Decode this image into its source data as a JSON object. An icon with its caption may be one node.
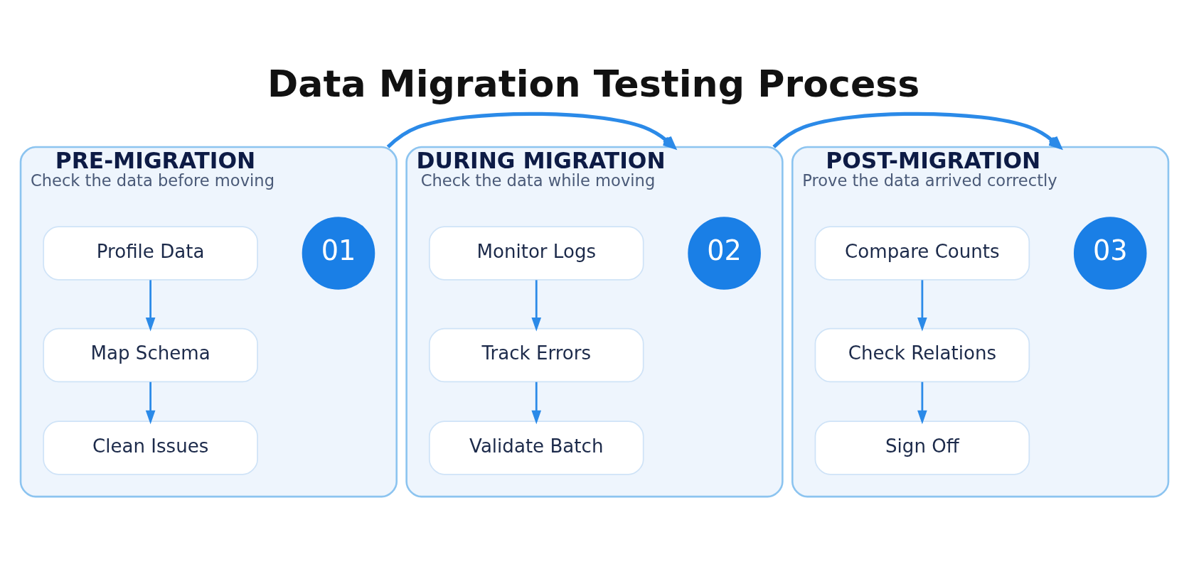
{
  "diagram": {
    "title": "Data Migration Testing Process",
    "nodes": [
      {
        "text": [
          "PRE-MIGRATION",
          "Check the data before moving"
        ]
      },
      {
        "text": [
          "01"
        ],
        "in": 0
      },
      {
        "text": [
          "Profile Data"
        ],
        "in": 0
      },
      {
        "text": [
          "Map Schema"
        ],
        "in": 0
      },
      {
        "text": [
          "Clean Issues"
        ],
        "in": 0
      },
      {
        "text": [
          "DURING MIGRATION",
          "Check the data while moving"
        ]
      },
      {
        "text": [
          "02"
        ],
        "in": 5
      },
      {
        "text": [
          "Monitor Logs"
        ],
        "in": 5
      },
      {
        "text": [
          "Track Errors"
        ],
        "in": 5
      },
      {
        "text": [
          "Validate Batch"
        ],
        "in": 5
      },
      {
        "text": [
          "POST-MIGRATION",
          "Prove the data arrived correctly"
        ]
      },
      {
        "text": [
          "03"
        ],
        "in": 10
      },
      {
        "text": [
          "Compare Counts"
        ],
        "in": 10
      },
      {
        "text": [
          "Check Relations"
        ],
        "in": 10
      },
      {
        "text": [
          "Sign Off"
        ],
        "in": 10
      }
    ],
    "edges": [
      {
        "from": 2,
        "to": 3,
        "arrow": "to"
      },
      {
        "from": 3,
        "to": 4,
        "arrow": "to"
      },
      {
        "from": 0,
        "to": 5,
        "arrow": "to"
      },
      {
        "from": 7,
        "to": 8,
        "arrow": "to"
      },
      {
        "from": 8,
        "to": 9,
        "arrow": "to"
      },
      {
        "from": 5,
        "to": 10,
        "arrow": "to"
      },
      {
        "from": 12,
        "to": 13,
        "arrow": "to"
      },
      {
        "from": 13,
        "to": 14,
        "arrow": "to"
      }
    ]
  }
}
